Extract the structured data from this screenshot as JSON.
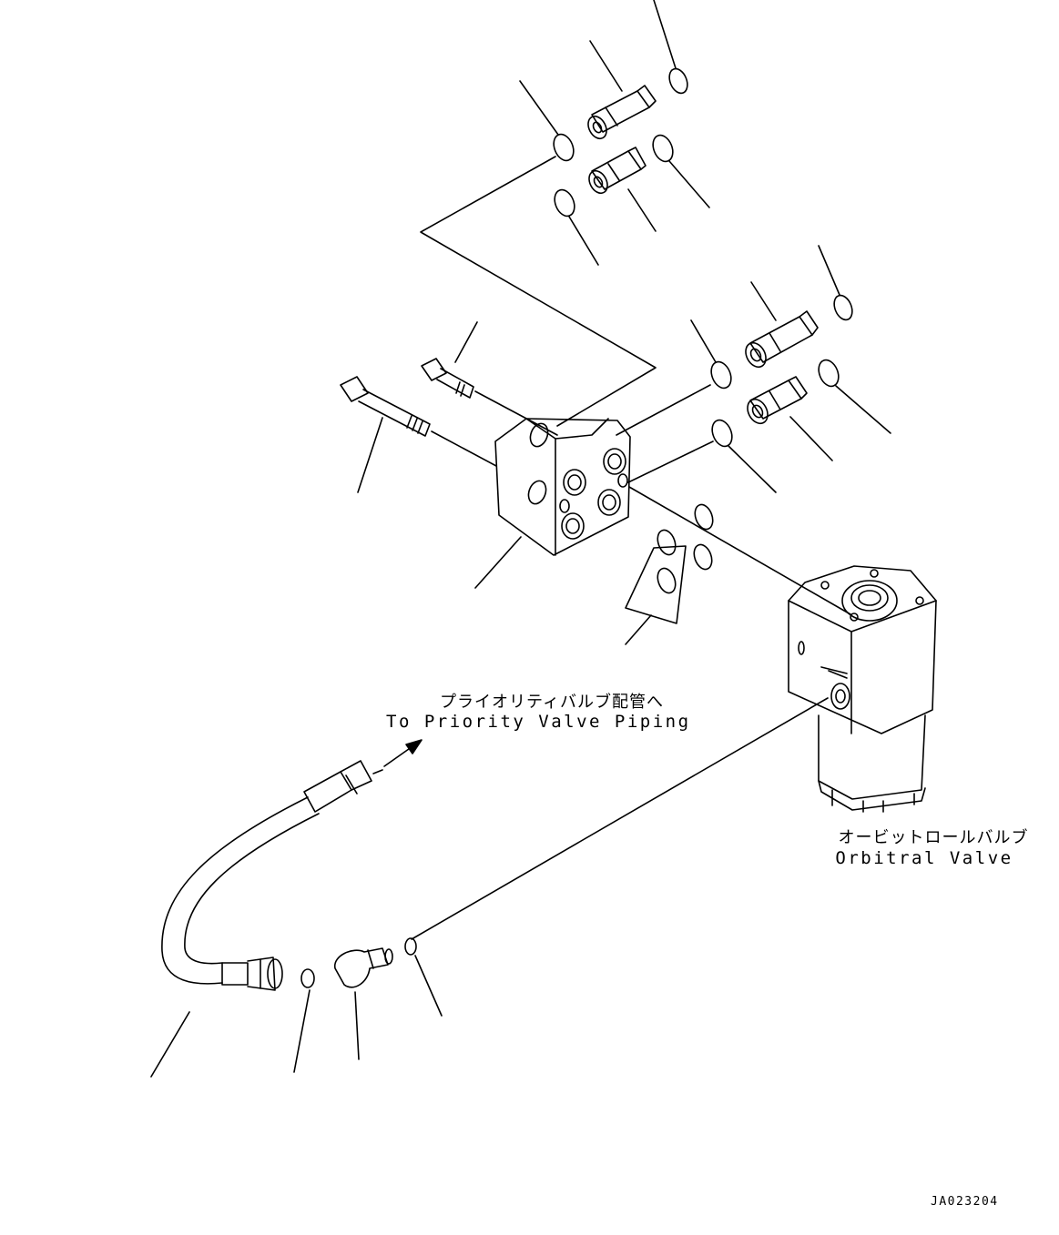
{
  "labels": {
    "priority_jp": "プライオリティバルブ配管へ",
    "priority_en": "To Priority Valve Piping",
    "orbitrol_jp": "オービットロールバルブ",
    "orbitrol_en": "Orbitral Valve"
  },
  "figure_id": "JA023204"
}
